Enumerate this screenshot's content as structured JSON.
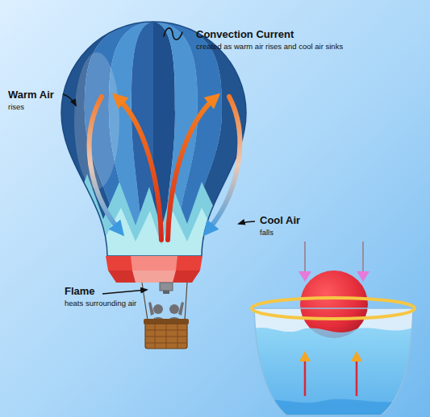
{
  "diagram": {
    "labels": [
      "Convection Current",
      "created as warm air rises and cool air sinks",
      "Warm Air",
      "rises",
      "Cool Air",
      "falls",
      "Flame",
      "heats surrounding air"
    ]
  }
}
